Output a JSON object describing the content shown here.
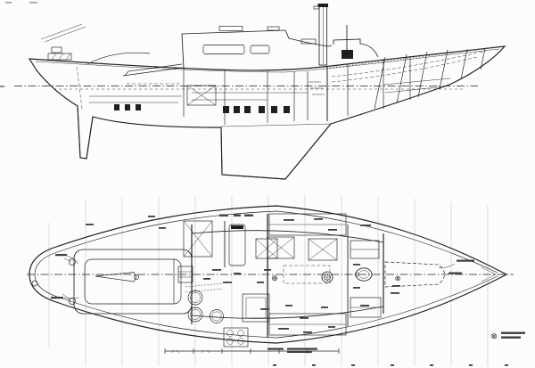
{
  "document": {
    "description": "Scanned sailboat blueprint: outboard profile above, accommodation plan below",
    "views": [
      "outboard-profile",
      "accommodation-plan"
    ]
  },
  "colors": {
    "paper": "#fcfcfa",
    "ink": "#1f1f1f",
    "faint": "#c6c6c4",
    "annotation": "#3d3d3d"
  },
  "symbols": {
    "circled_cross": "⊗",
    "circled_plus": "⊕"
  }
}
